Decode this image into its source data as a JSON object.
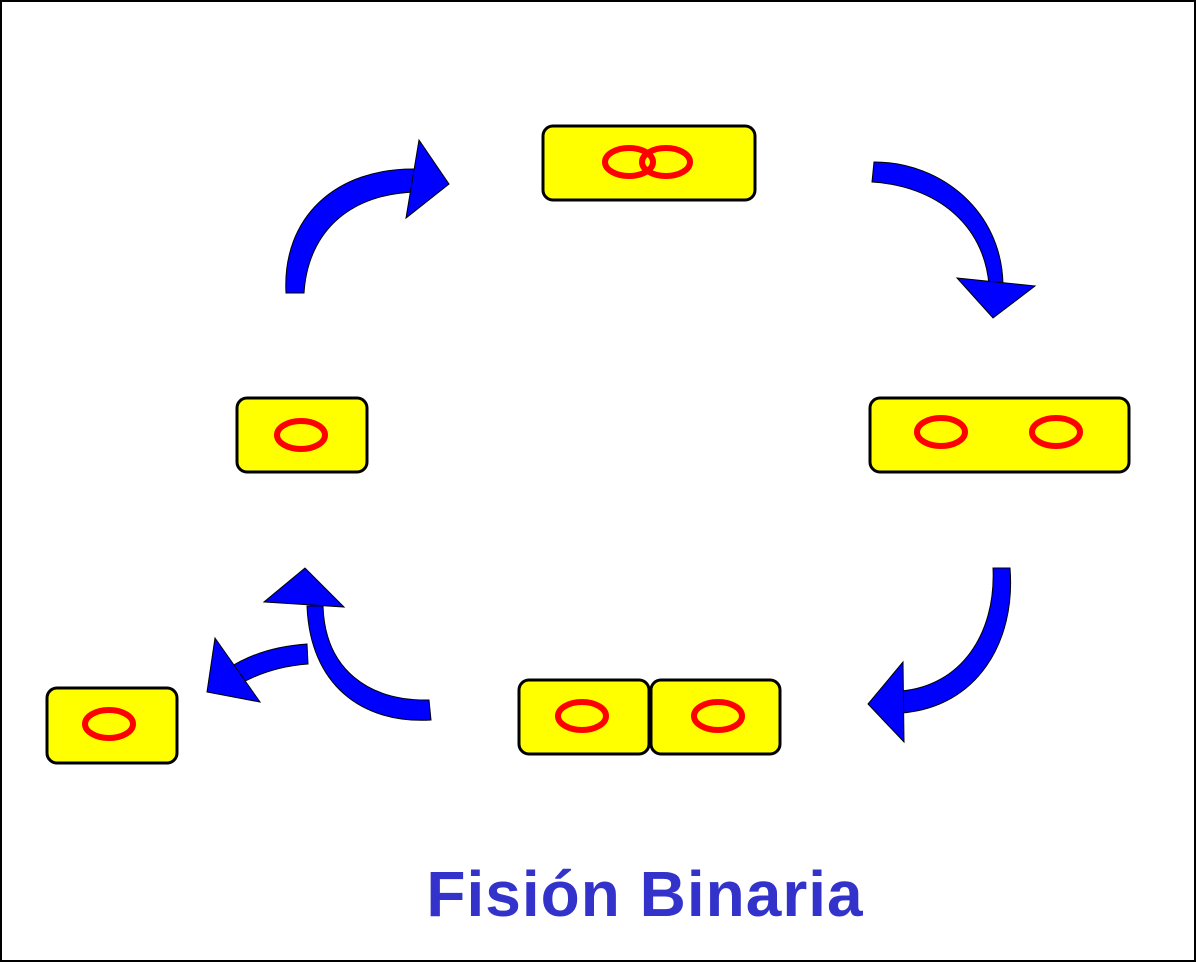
{
  "diagram": {
    "title": "Fisión Binaria",
    "colors": {
      "cell_fill": "#ffff00",
      "cell_outline": "#000000",
      "dna_ring": "#ff0000",
      "arrow": "#0000ff",
      "title_text": "#3333cc"
    },
    "stages": [
      {
        "name": "dna-replication",
        "cells": 1,
        "dna_rings": 2,
        "rings_overlapping": true
      },
      {
        "name": "cell-elongation",
        "cells": 1,
        "dna_rings": 2,
        "rings_overlapping": false
      },
      {
        "name": "septum-formation",
        "cells": 2,
        "dna_rings": 2,
        "rings_overlapping": false
      },
      {
        "name": "daughter-cell-released",
        "cells": 1,
        "dna_rings": 1
      },
      {
        "name": "daughter-cell",
        "cells": 1,
        "dna_rings": 1
      }
    ]
  }
}
